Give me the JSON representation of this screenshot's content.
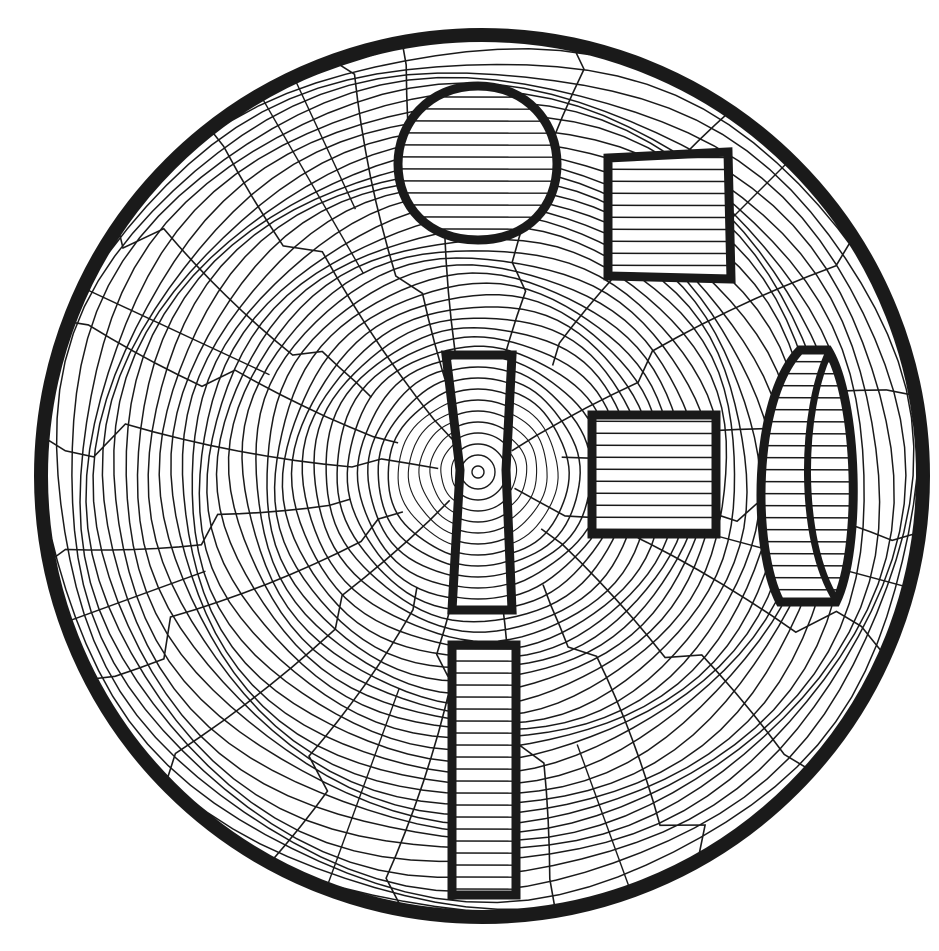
{
  "figure": {
    "subject": "log-cross-section-showing-timber-shrinkage-shapes",
    "ink_color": "#1a1a1a",
    "background_color": "#ffffff",
    "annual_ring_count": 44,
    "pieces": [
      {
        "name": "round-piece",
        "shape": "oval"
      },
      {
        "name": "square-piece-near-bark",
        "shape": "distorted-square"
      },
      {
        "name": "square-piece-near-center",
        "shape": "square"
      },
      {
        "name": "quartersawn-board-through-pith",
        "shape": "board-narrowed-at-pith"
      },
      {
        "name": "quartersawn-board-below-pith",
        "shape": "board"
      },
      {
        "name": "flatsawn-board-near-bark",
        "shape": "cupped-board"
      }
    ]
  }
}
